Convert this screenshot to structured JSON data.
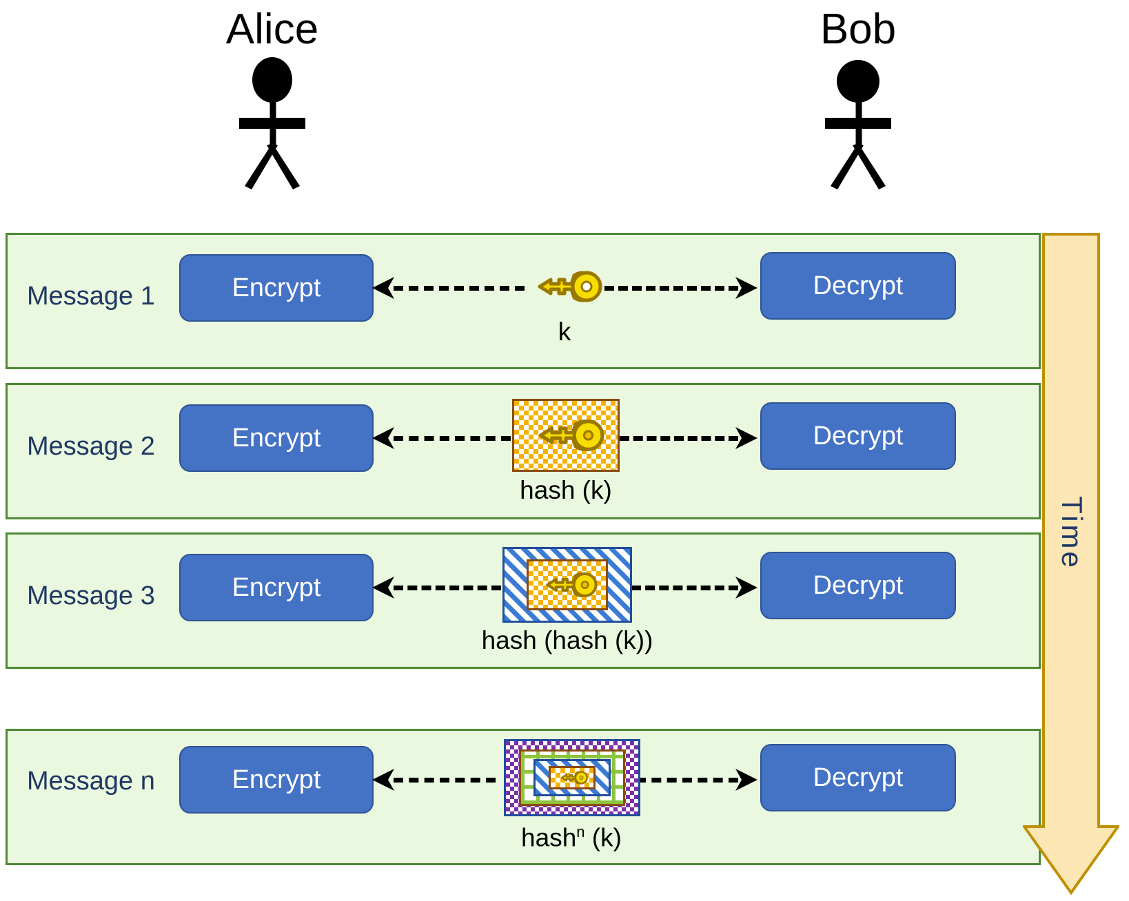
{
  "actors": [
    {
      "name": "Alice",
      "icon": "stick-figure-icon"
    },
    {
      "name": "Bob",
      "icon": "stick-figure-icon"
    }
  ],
  "colors": {
    "panel_fill": "#e9f8de",
    "panel_border": "#4e8a34",
    "op_box_fill": "#4472c4",
    "op_box_border": "#2f5496",
    "label_text": "#1f3864",
    "key_gold": "#f2c200",
    "time_arrow_fill": "#fbe6b4",
    "time_arrow_border": "#bf9000",
    "hash_layer_orange": "#f5b301",
    "hash_layer_blue": "#3a7bd5",
    "hash_layer_green": "#8cc63f",
    "hash_layer_purple": "#7b2fa8"
  },
  "messages": [
    {
      "label": "Message 1",
      "left_op": "Encrypt",
      "right_op": "Decrypt",
      "caption": "k",
      "caption_sup": "",
      "hash_layers": 0,
      "payload_icon": "key-icon"
    },
    {
      "label": "Message 2",
      "left_op": "Encrypt",
      "right_op": "Decrypt",
      "caption": "hash (k)",
      "caption_sup": "",
      "hash_layers": 1,
      "payload_icon": "key-icon"
    },
    {
      "label": "Message 3",
      "left_op": "Encrypt",
      "right_op": "Decrypt",
      "caption": "hash (hash (k))",
      "caption_sup": "",
      "hash_layers": 2,
      "payload_icon": "key-icon"
    },
    {
      "label": "Message n",
      "left_op": "Encrypt",
      "right_op": "Decrypt",
      "caption_prefix": "hash",
      "caption_sup": "n",
      "caption_suffix": "(k)",
      "caption": "hash n (k)",
      "hash_layers": 4,
      "payload_icon": "key-icon"
    }
  ],
  "time_axis": {
    "label": "Time",
    "direction": "downward",
    "icon": "down-arrow-icon"
  }
}
